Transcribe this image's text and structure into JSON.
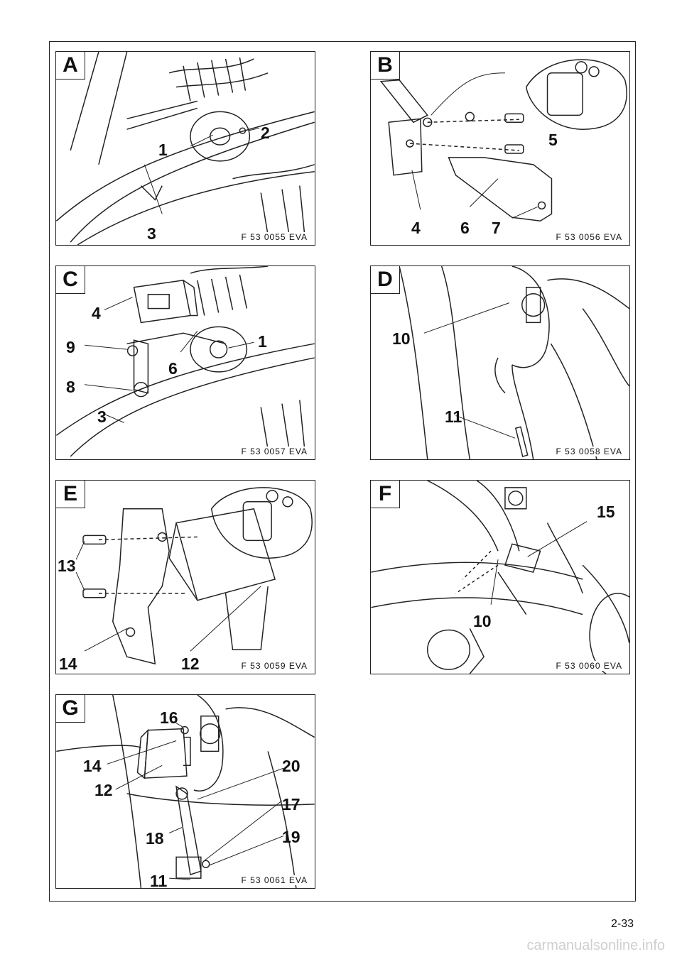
{
  "panels": [
    {
      "letter": "A",
      "code": "F 53 0055 EVA",
      "callouts": [
        "1",
        "2",
        "3"
      ]
    },
    {
      "letter": "B",
      "code": "F 53 0056 EVA",
      "callouts": [
        "5",
        "4",
        "6",
        "7"
      ]
    },
    {
      "letter": "C",
      "code": "F 53 0057 EVA",
      "callouts": [
        "4",
        "9",
        "1",
        "6",
        "8",
        "3"
      ]
    },
    {
      "letter": "D",
      "code": "F 53 0058 EVA",
      "callouts": [
        "10",
        "11"
      ]
    },
    {
      "letter": "E",
      "code": "F 53 0059 EVA",
      "callouts": [
        "13",
        "14",
        "12"
      ]
    },
    {
      "letter": "F",
      "code": "F 53 0060 EVA",
      "callouts": [
        "15",
        "10"
      ]
    },
    {
      "letter": "G",
      "code": "F 53 0061 EVA",
      "callouts": [
        "16",
        "14",
        "20",
        "12",
        "17",
        "18",
        "19",
        "11"
      ]
    }
  ],
  "page_number": "2-33",
  "watermark": "carmanualsonline.info"
}
